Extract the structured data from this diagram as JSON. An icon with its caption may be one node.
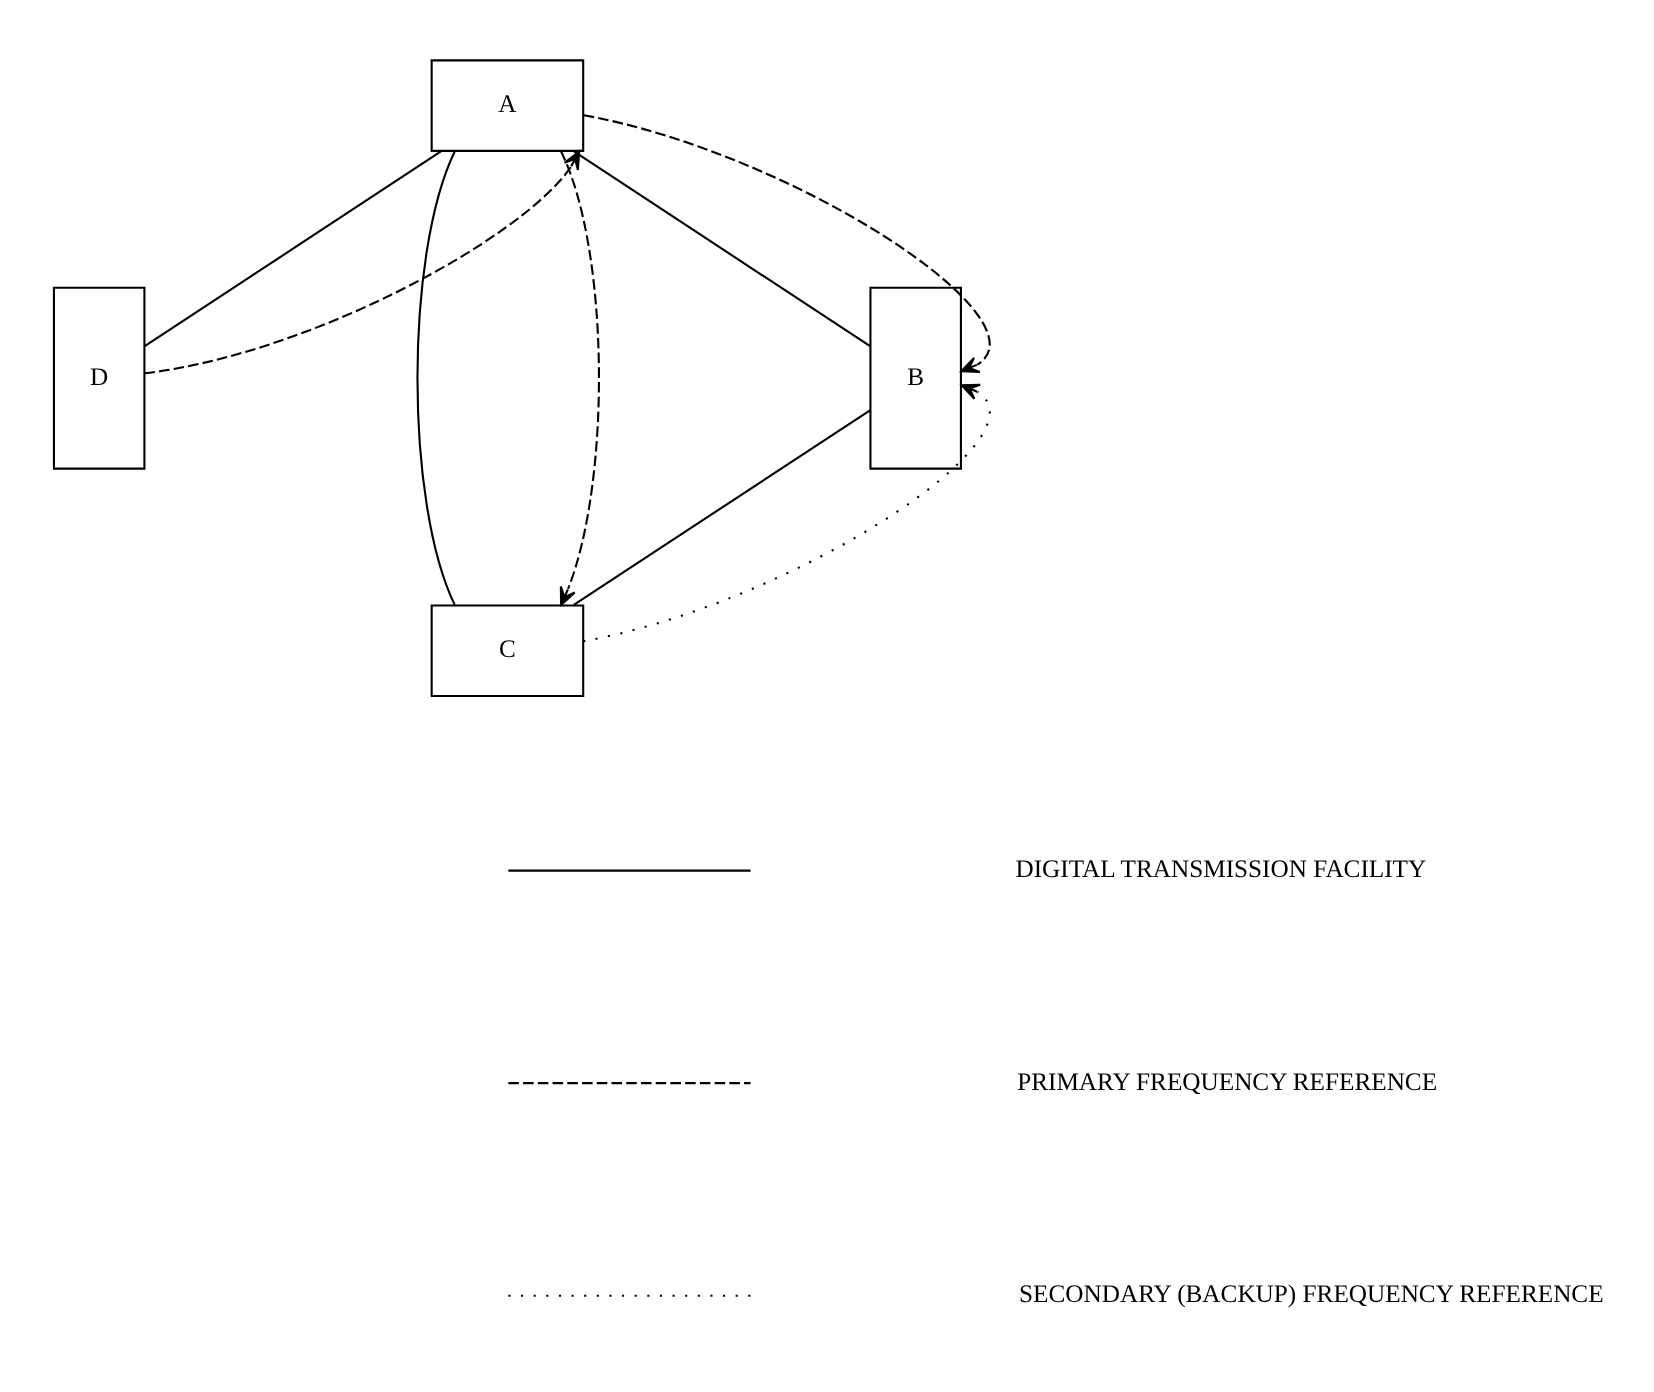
{
  "diagram": {
    "nodes": [
      {
        "text": [
          "A"
        ]
      },
      {
        "text": [
          "B"
        ]
      },
      {
        "text": [
          "C"
        ]
      },
      {
        "text": [
          "D"
        ]
      }
    ],
    "edges": [
      {
        "from": 3,
        "to": 0,
        "arrow": "none"
      },
      {
        "from": 3,
        "to": 0,
        "arrow": "to",
        "style": "dashed"
      },
      {
        "from": 0,
        "to": 1,
        "arrow": "none"
      },
      {
        "from": 0,
        "to": 1,
        "arrow": "to",
        "style": "dashed"
      },
      {
        "from": 0,
        "to": 2,
        "arrow": "none"
      },
      {
        "from": 0,
        "to": 2,
        "arrow": "to",
        "style": "dashed"
      },
      {
        "from": 2,
        "to": 1,
        "arrow": "none"
      },
      {
        "from": 2,
        "to": 1,
        "arrow": "to",
        "style": "dashed"
      }
    ],
    "legend": [
      {
        "text": "DIGITAL TRANSMISSION FACILITY"
      },
      {
        "text": "PRIMARY FREQUENCY REFERENCE"
      },
      {
        "text": "SECONDARY (BACKUP) FREQUENCY REFERENCE"
      }
    ]
  }
}
